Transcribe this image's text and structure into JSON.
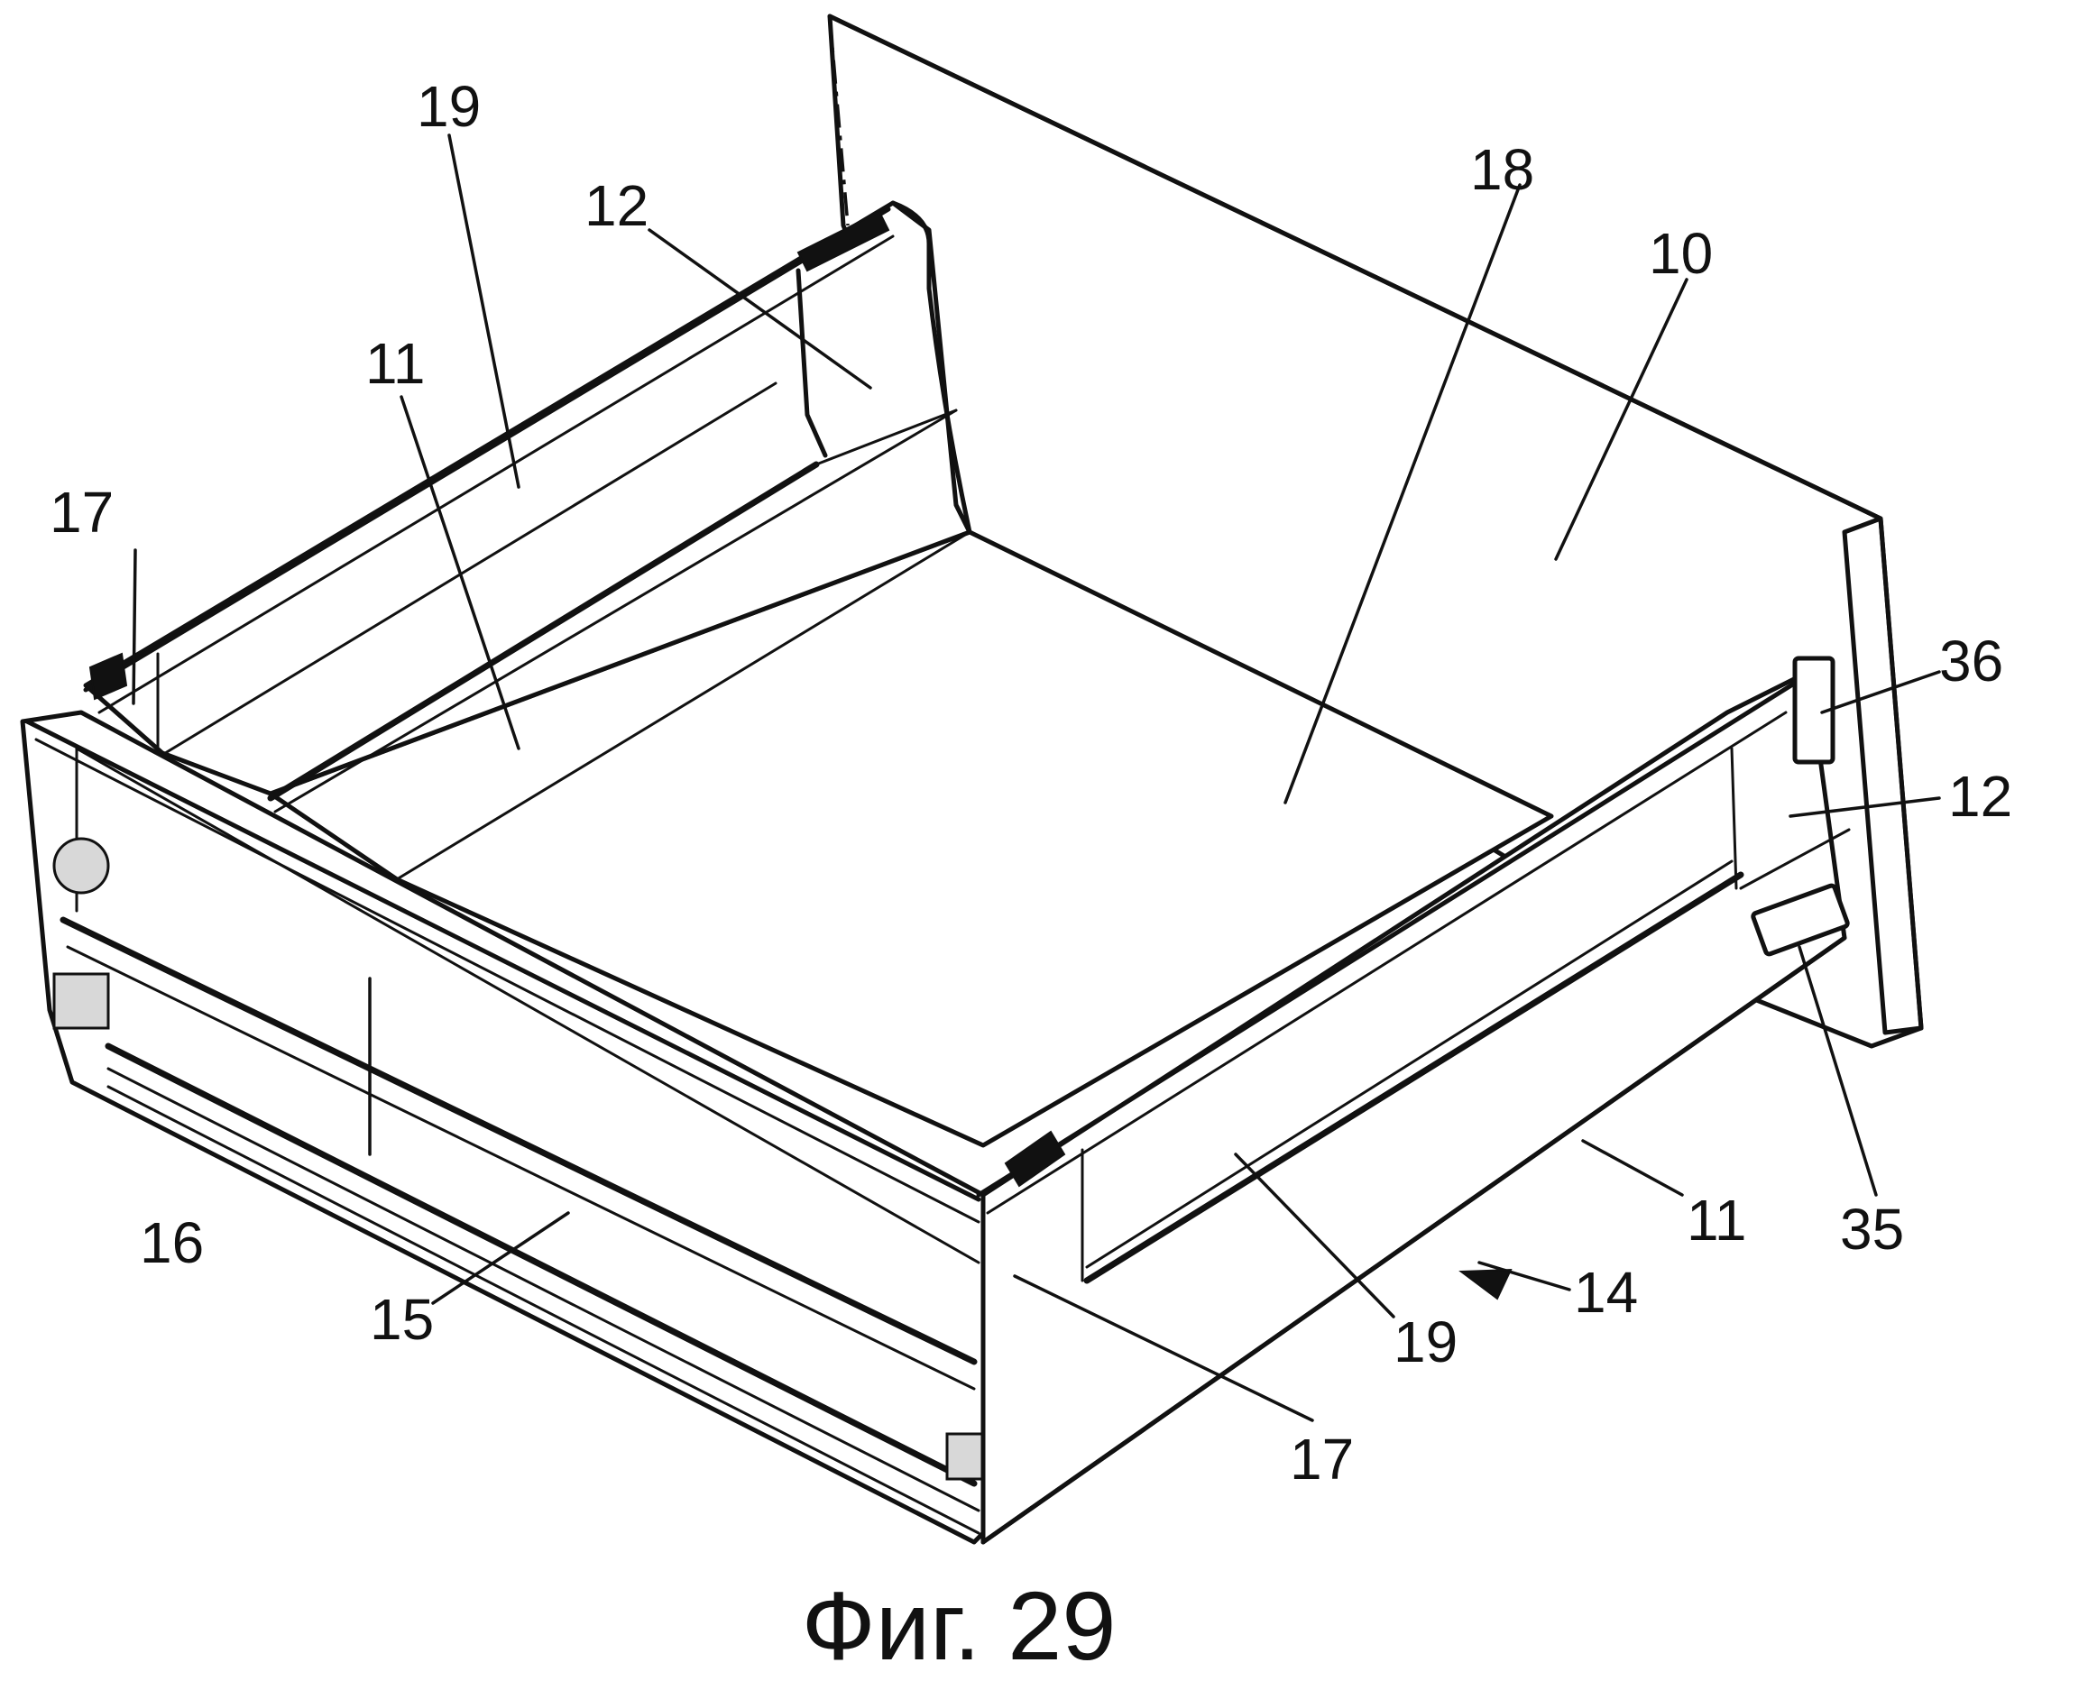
{
  "figure": {
    "caption": "Фиг. 29",
    "labels": {
      "front_left_17": "17",
      "front_left_16": "16",
      "front_left_15": "15",
      "rear_left_19": "19",
      "rear_left_11": "11",
      "rear_left_12": "12",
      "bottom_18": "18",
      "back_panel_10": "10",
      "right_17": "17",
      "right_19": "19",
      "right_11": "11",
      "right_14": "14",
      "right_12": "12",
      "right_36": "36",
      "right_35": "35"
    }
  }
}
